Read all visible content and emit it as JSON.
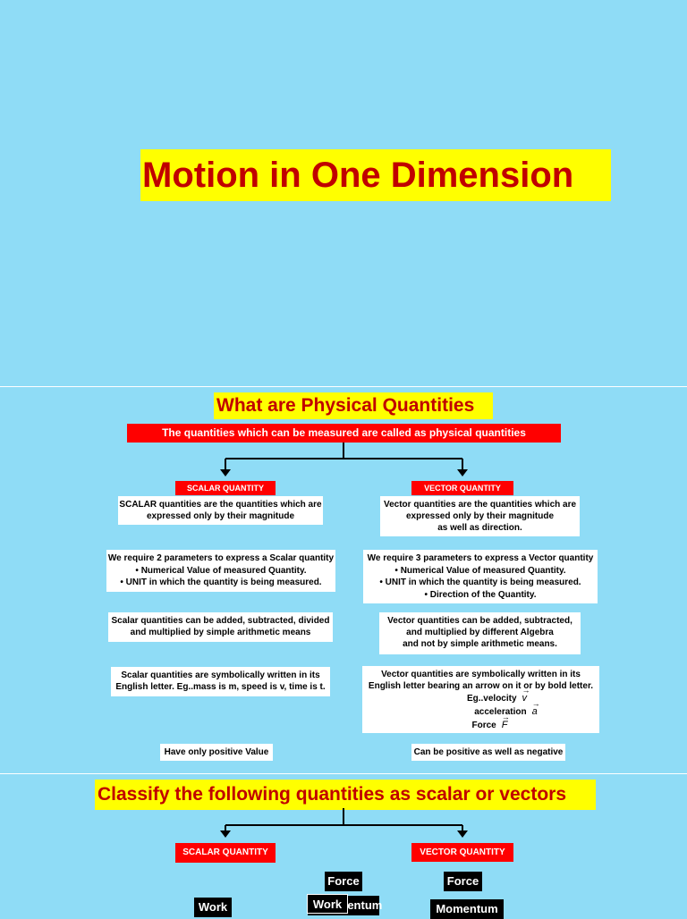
{
  "slide1": {
    "title": "Motion in One Dimension"
  },
  "slide2": {
    "heading": "What are Physical Quantities",
    "definition": "The quantities which can be measured are called as physical quantities",
    "scalar": {
      "label": "SCALAR QUANTITY",
      "p1": [
        "SCALAR quantities are the quantities which are",
        "expressed only by their magnitude"
      ],
      "p2": [
        "We require 2 parameters to express a Scalar quantity",
        "•     Numerical Value of measured Quantity.",
        "•     UNIT in which the quantity is being measured."
      ],
      "p3": [
        "Scalar quantities can be added, subtracted, divided",
        "and multiplied by simple arithmetic means"
      ],
      "p4": [
        "Scalar quantities are symbolically written in its",
        "English letter. Eg..mass is m, speed is v, time  is t."
      ],
      "p5": "Have only positive Value"
    },
    "vector": {
      "label": "VECTOR QUANTITY",
      "p1": [
        "Vector quantities are the quantities which are",
        "expressed only by their magnitude",
        "as well as direction."
      ],
      "p2": [
        "We require 3 parameters to express a Vector quantity",
        "•     Numerical Value of measured Quantity.",
        "•     UNIT in which the quantity is being measured.",
        "•     Direction of the Quantity."
      ],
      "p3": [
        "Vector quantities can be added, subtracted,",
        "and multiplied by different Algebra",
        "and not by simple arithmetic means."
      ],
      "p4": [
        "Vector quantities are symbolically written in its",
        "English letter bearing an arrow on it or by bold letter."
      ],
      "examples": [
        {
          "name": "Eg..velocity",
          "symbol": "v"
        },
        {
          "name": "acceleration",
          "symbol": "a"
        },
        {
          "name": "Force",
          "symbol": "F"
        }
      ],
      "p5": "Can be positive as well as negative"
    }
  },
  "slide3": {
    "heading": "Classify the following quantities as scalar or vectors",
    "scalar_label": "SCALAR QUANTITY",
    "vector_label": "VECTOR QUANTITY",
    "items": {
      "force_center": "Force",
      "work_left": "Work",
      "momentum_center": "Momentum",
      "work_center": "Work",
      "force_right": "Force",
      "momentum_right": "Momentum"
    }
  }
}
